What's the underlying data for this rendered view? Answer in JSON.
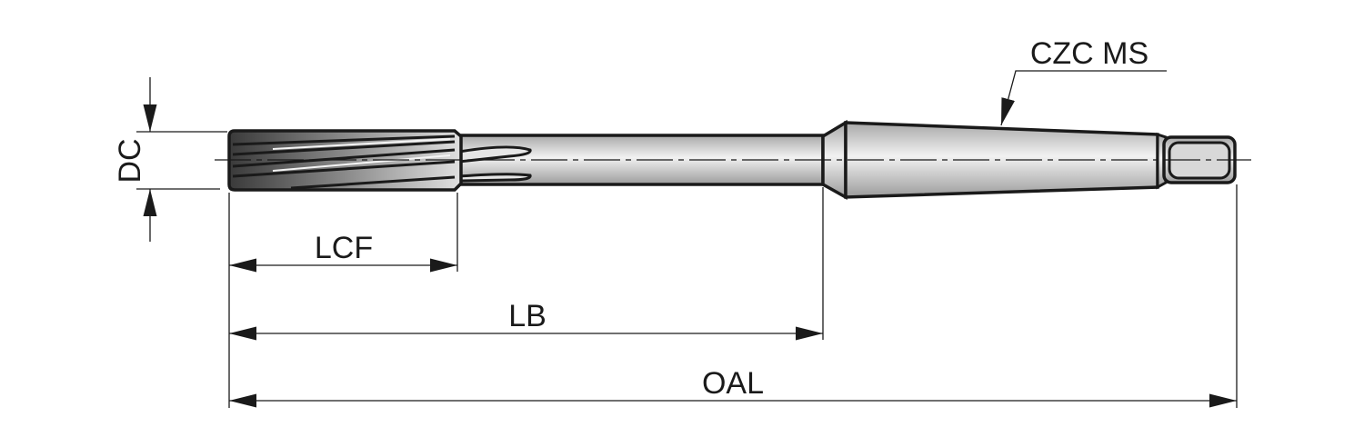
{
  "labels": {
    "dc": "DC",
    "lcf": "LCF",
    "lb": "LB",
    "oal": "OAL",
    "shank": "CZC MS"
  },
  "colors": {
    "outline": "#1a1a1a",
    "body_light": "#eeeeee",
    "body_dark": "#9a9a9a",
    "flute_dark": "#3a3a3a"
  }
}
